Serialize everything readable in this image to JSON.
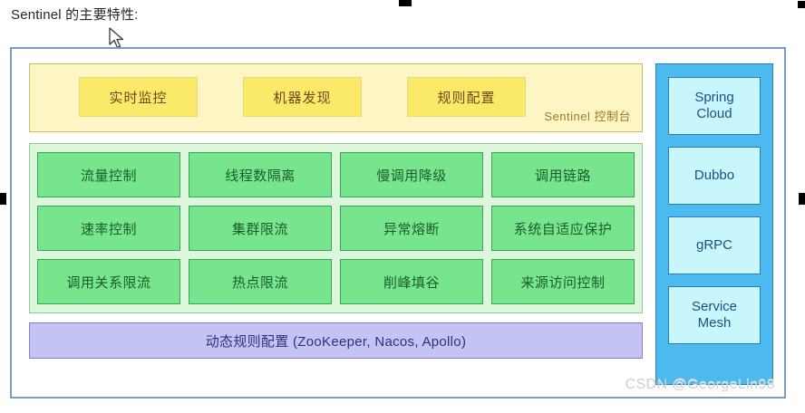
{
  "page": {
    "heading": "Sentinel 的主要特性:",
    "watermark": "CSDN @GeorgeLin98"
  },
  "console_band": {
    "label": "Sentinel 控制台",
    "chips": [
      {
        "label": "实时监控"
      },
      {
        "label": "机器发现"
      },
      {
        "label": "规则配置"
      }
    ]
  },
  "core_band": {
    "chips": [
      {
        "label": "流量控制"
      },
      {
        "label": "线程数隔离"
      },
      {
        "label": "慢调用降级"
      },
      {
        "label": "调用链路"
      },
      {
        "label": "速率控制"
      },
      {
        "label": "集群限流"
      },
      {
        "label": "异常熔断"
      },
      {
        "label": "系统自适应保护"
      },
      {
        "label": "调用关系限流"
      },
      {
        "label": "热点限流"
      },
      {
        "label": "削峰填谷"
      },
      {
        "label": "来源访问控制"
      }
    ]
  },
  "datasource_band": {
    "label": "动态规则配置 (ZooKeeper, Nacos, Apollo)"
  },
  "adapter_column": {
    "chips": [
      {
        "label": "Spring\nCloud"
      },
      {
        "label": "Dubbo"
      },
      {
        "label": "gRPC"
      },
      {
        "label": "Service\nMesh"
      }
    ]
  },
  "colors": {
    "frame_border": "#7a9cc0",
    "console_fill": "#fdf6c4",
    "console_chip": "#fbe96a",
    "core_fill": "#ddf7dd",
    "core_chip": "#76e58d",
    "datasource_fill": "#c4c4f4",
    "adapter_fill": "#4cb9ef",
    "adapter_chip": "#c9f6fd"
  }
}
